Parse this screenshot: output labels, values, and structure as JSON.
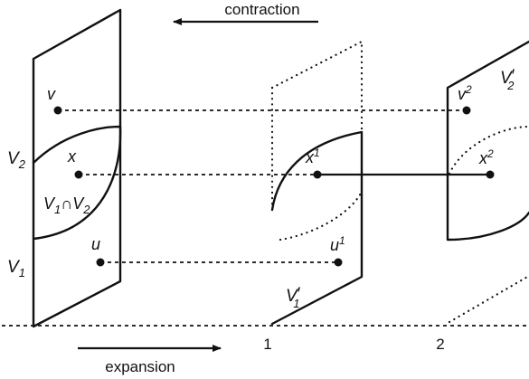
{
  "arrows": {
    "top_label": "contraction",
    "bottom_label": "expansion"
  },
  "axis": {
    "tick_1": "1",
    "tick_2": "2"
  },
  "plane_left": {
    "v": "v",
    "x": "x",
    "u": "u",
    "V2": "V",
    "V2_sub": "2",
    "V1": "V",
    "V1_sub": "1",
    "intersection_a": "V",
    "intersection_a_sub": "1",
    "intersection_op": "∩",
    "intersection_b": "V",
    "intersection_b_sub": "2"
  },
  "plane_middle": {
    "x1": "x",
    "x1_sup": "1",
    "u1": "u",
    "u1_sup": "1",
    "V1p": "V",
    "V1p_prime": "′",
    "V1p_sub": "1"
  },
  "plane_right": {
    "v2": "v",
    "v2_sup": "2",
    "x2": "x",
    "x2_sup": "2",
    "V2p": "V",
    "V2p_prime": "′",
    "V2p_sub": "2"
  }
}
